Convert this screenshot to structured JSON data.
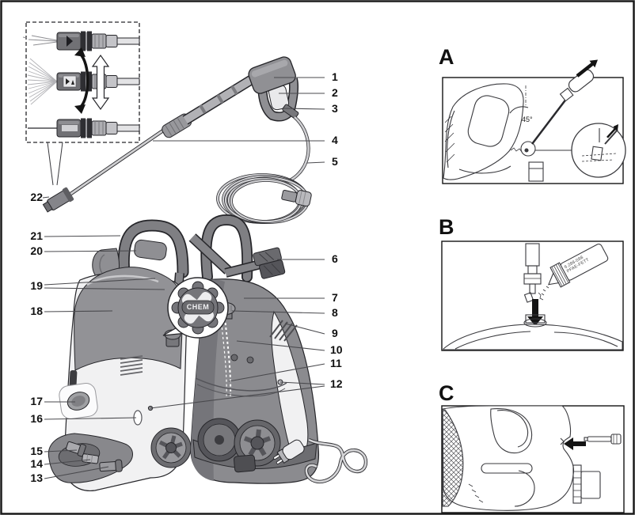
{
  "figure": {
    "type": "technical-parts-diagram",
    "subject": "high-pressure washer overview with numbered parts and detail panels"
  },
  "colors": {
    "background": "#ffffff",
    "line_art": "#26262a",
    "machine_gray": "#8b8b8f",
    "machine_dark": "#6a6a6e",
    "panel_white": "#f1f1f2",
    "leader_line": "#4a4a4e"
  },
  "icons": {
    "rotation_arrows": "nozzle-rotate-arrows",
    "black_arrow": "direction-arrow",
    "magnifier_circle": "detail-magnifier"
  },
  "callouts": {
    "c1": "1",
    "c2": "2",
    "c3": "3",
    "c4": "4",
    "c5": "5",
    "c6": "6",
    "c7": "7",
    "c8": "8",
    "c9": "9",
    "c10": "10",
    "c11": "11",
    "c12": "12",
    "c13": "13",
    "c14": "14",
    "c15": "15",
    "c16": "16",
    "c17": "17",
    "c18": "18",
    "c19": "19",
    "c20": "20",
    "c21": "21",
    "c22": "22"
  },
  "panels": {
    "a": "A",
    "b": "B",
    "c": "C"
  },
  "annotations": {
    "angle": "45°",
    "chem_dial": "CHEM",
    "grease_tube_line1": "6.288-088",
    "grease_tube_line2": "PFAE-FETT"
  }
}
